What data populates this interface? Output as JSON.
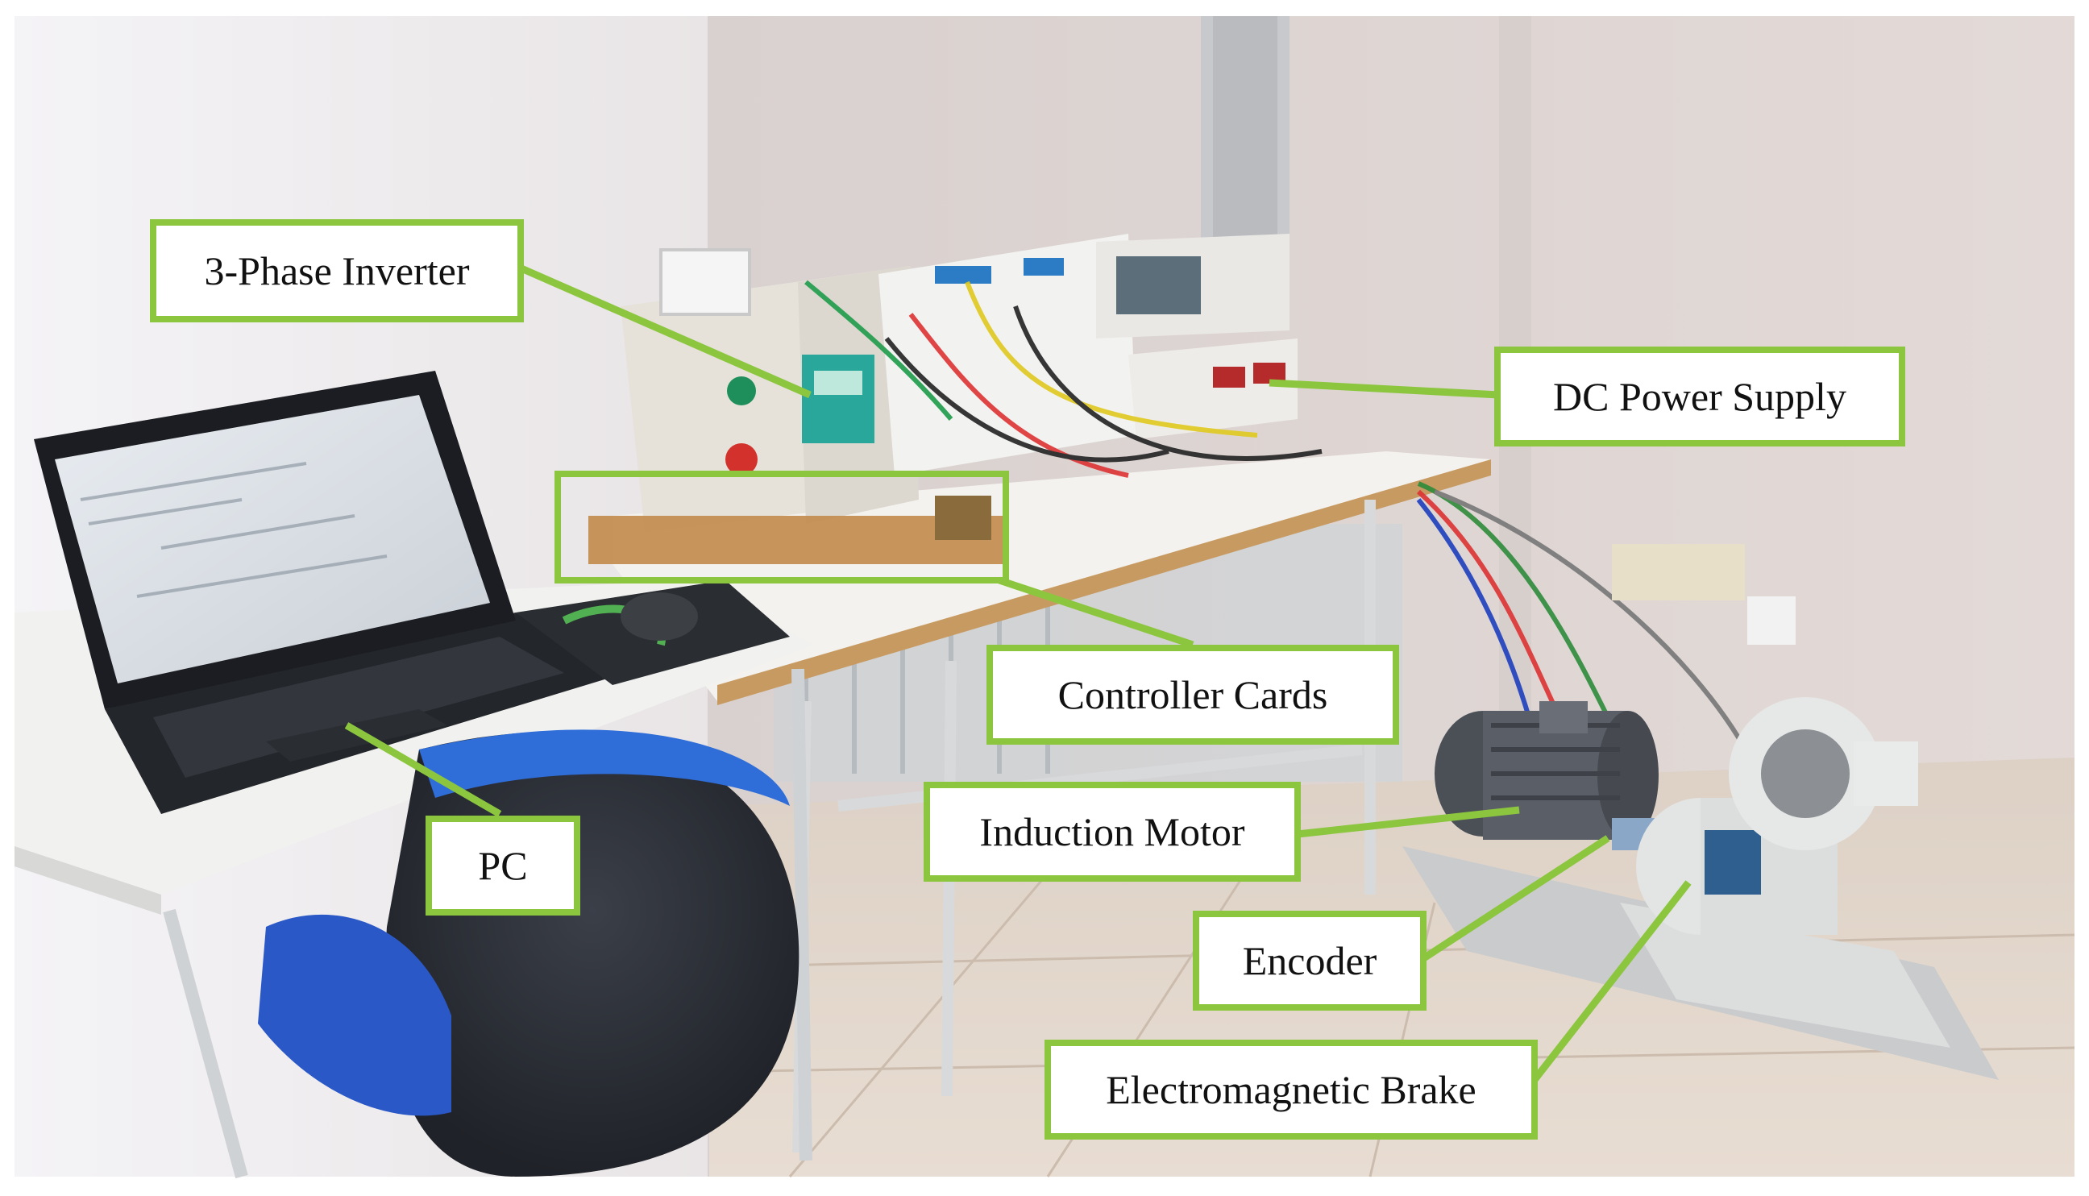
{
  "figure": {
    "description_colors": {
      "callout_border": "#8cc63f",
      "callout_fill": "#ffffff",
      "leader_line": "#8cc63f"
    },
    "labels": {
      "inverter": "3-Phase Inverter",
      "dc_supply": "DC Power Supply",
      "controller": "Controller Cards",
      "pc": "PC",
      "motor": "Induction Motor",
      "encoder": "Encoder",
      "brake": "Electromagnetic Brake"
    }
  }
}
